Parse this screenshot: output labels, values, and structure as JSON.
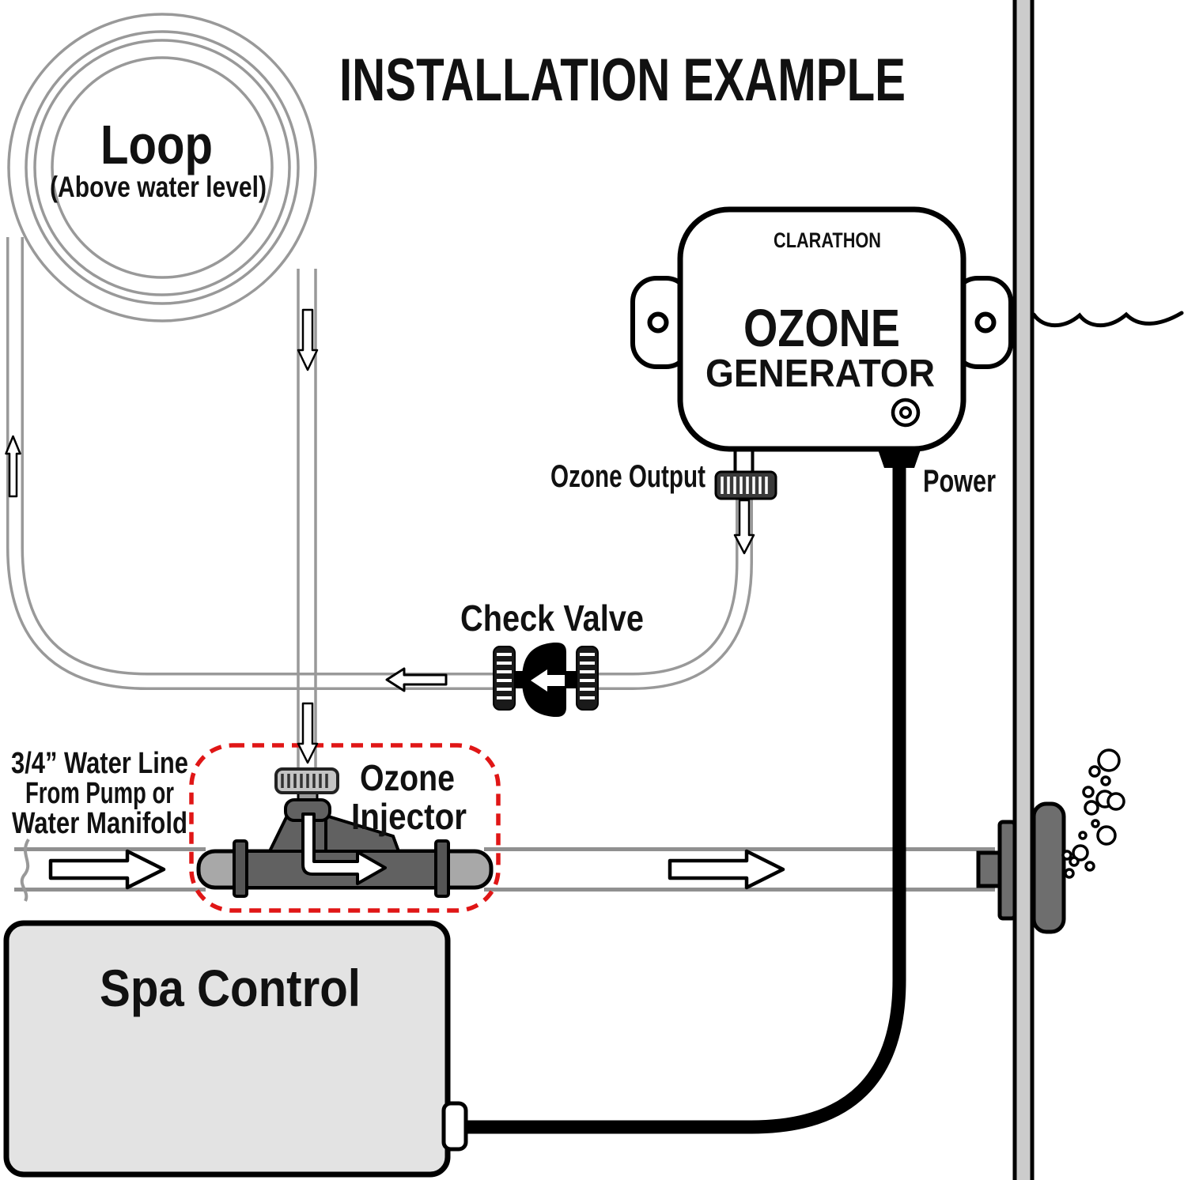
{
  "title": "INSTALLATION EXAMPLE",
  "loop": {
    "label": "Loop",
    "sublabel": "(Above water level)"
  },
  "generator": {
    "brand": "CLARATHON",
    "name_line1": "OZONE",
    "name_line2": "GENERATOR"
  },
  "ozone_output_label": "Ozone Output",
  "power_label": "Power",
  "check_valve_label": "Check Valve",
  "injector": {
    "label_line1": "Ozone",
    "label_line2": "Injector"
  },
  "water_line": {
    "line1": "3/4” Water Line",
    "line2": "From Pump or",
    "line3": "Water Manifold"
  },
  "spa_control_label": "Spa Control",
  "colors": {
    "tube_gray": "#999999",
    "component_dark_gray": "#616161",
    "component_light_gray": "#a8a8a8",
    "wall_gray": "#cccccc",
    "spa_control_gray": "#e3e3e3",
    "highlight_red": "#e01616",
    "line_black": "#111111"
  }
}
